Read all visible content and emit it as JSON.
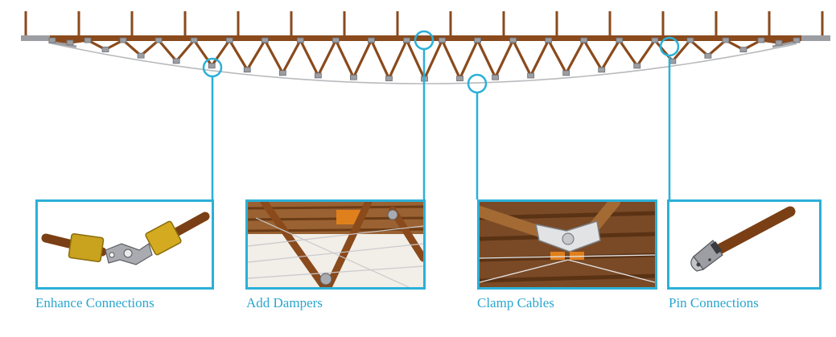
{
  "colors": {
    "accent": "#2bb0d8",
    "timber": "#8a4a1c",
    "steel": "#9c9ea3",
    "cable": "#b8babd",
    "brass": "#c9a21e",
    "damper": "#e0801c"
  },
  "truss": {
    "struts": 16,
    "bays": 21,
    "callout_marker": "circle"
  },
  "callouts": [
    {
      "id": "enhance",
      "label": "Enhance Connections",
      "icon": "pipe-joint-icon"
    },
    {
      "id": "dampers",
      "label": "Add Dampers",
      "icon": "damper-icon"
    },
    {
      "id": "clamp",
      "label": "Clamp Cables",
      "icon": "cable-clamp-icon"
    },
    {
      "id": "pin",
      "label": "Pin Connections",
      "icon": "pin-end-icon"
    }
  ]
}
